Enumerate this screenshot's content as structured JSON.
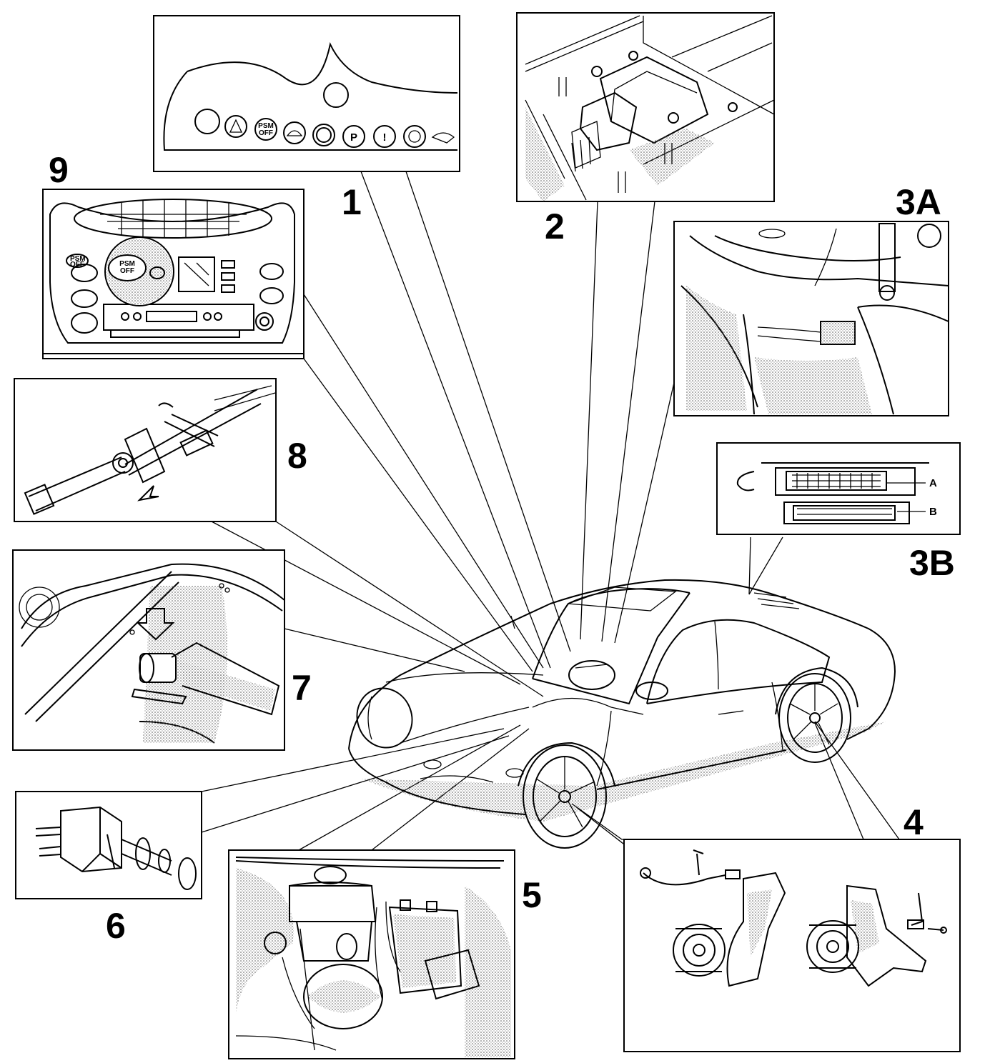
{
  "callouts": {
    "c1": "1",
    "c2": "2",
    "c3a": "3A",
    "c3b": "3B",
    "c4": "4",
    "c5": "5",
    "c6": "6",
    "c7": "7",
    "c8": "8",
    "c9": "9"
  },
  "inset_text": {
    "psm_indicator": "PSM\nOFF",
    "psm_button": "PSM\nOFF",
    "connector_a": "A",
    "connector_b": "B"
  },
  "colors": {
    "ink": "#000000",
    "paper": "#ffffff",
    "shading": "#888888"
  }
}
